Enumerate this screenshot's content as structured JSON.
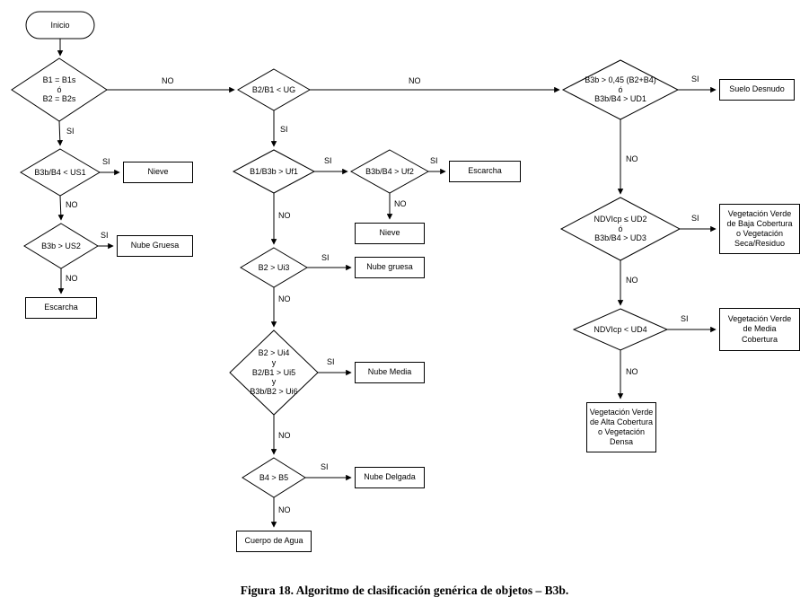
{
  "caption": "Figura 18. Algoritmo de clasificación genérica de objetos – B3b.",
  "branch": {
    "si": "SI",
    "no": "NO"
  },
  "start": {
    "label": "Inicio"
  },
  "decisions": {
    "d1": "B1 = B1s\nó\nB2 = B2s",
    "d2": "B3b/B4 < US1",
    "d3": "B3b > US2",
    "d4": "B2/B1 < UG",
    "d5": "B1/B3b > Uf1",
    "d6": "B3b/B4 > Uf2",
    "d7": "B2 > Ui3",
    "d8": "B2 > Ui4\ny\nB2/B1 > Ui5\ny\nB3b/B2 > Ui6",
    "d9": "B4 > B5",
    "d10": "B3b > 0,45 (B2+B4)\nó\nB3b/B4 > UD1",
    "d11": "NDVIcp ≤ UD2\nó\nB3b/B4 > UD3",
    "d12": "NDVIcp < UD4"
  },
  "results": {
    "nieve_left": "Nieve",
    "nube_gruesa_left": "Nube Gruesa",
    "escarcha_left": "Escarcha",
    "escarcha_mid": "Escarcha",
    "nieve_mid": "Nieve",
    "nube_gruesa_mid": "Nube gruesa",
    "nube_media": "Nube Media",
    "nube_delgada": "Nube Delgada",
    "cuerpo_de_agua": "Cuerpo de Agua",
    "suelo_desnudo": "Suelo Desnudo",
    "veg_baja": "Vegetación Verde\nde Baja Cobertura\no Vegetación\nSeca/Residuo",
    "veg_media": "Vegetación Verde\nde Media\nCobertura",
    "veg_alta": "Vegetación Verde\nde Alta Cobertura\no Vegetación\nDensa"
  }
}
